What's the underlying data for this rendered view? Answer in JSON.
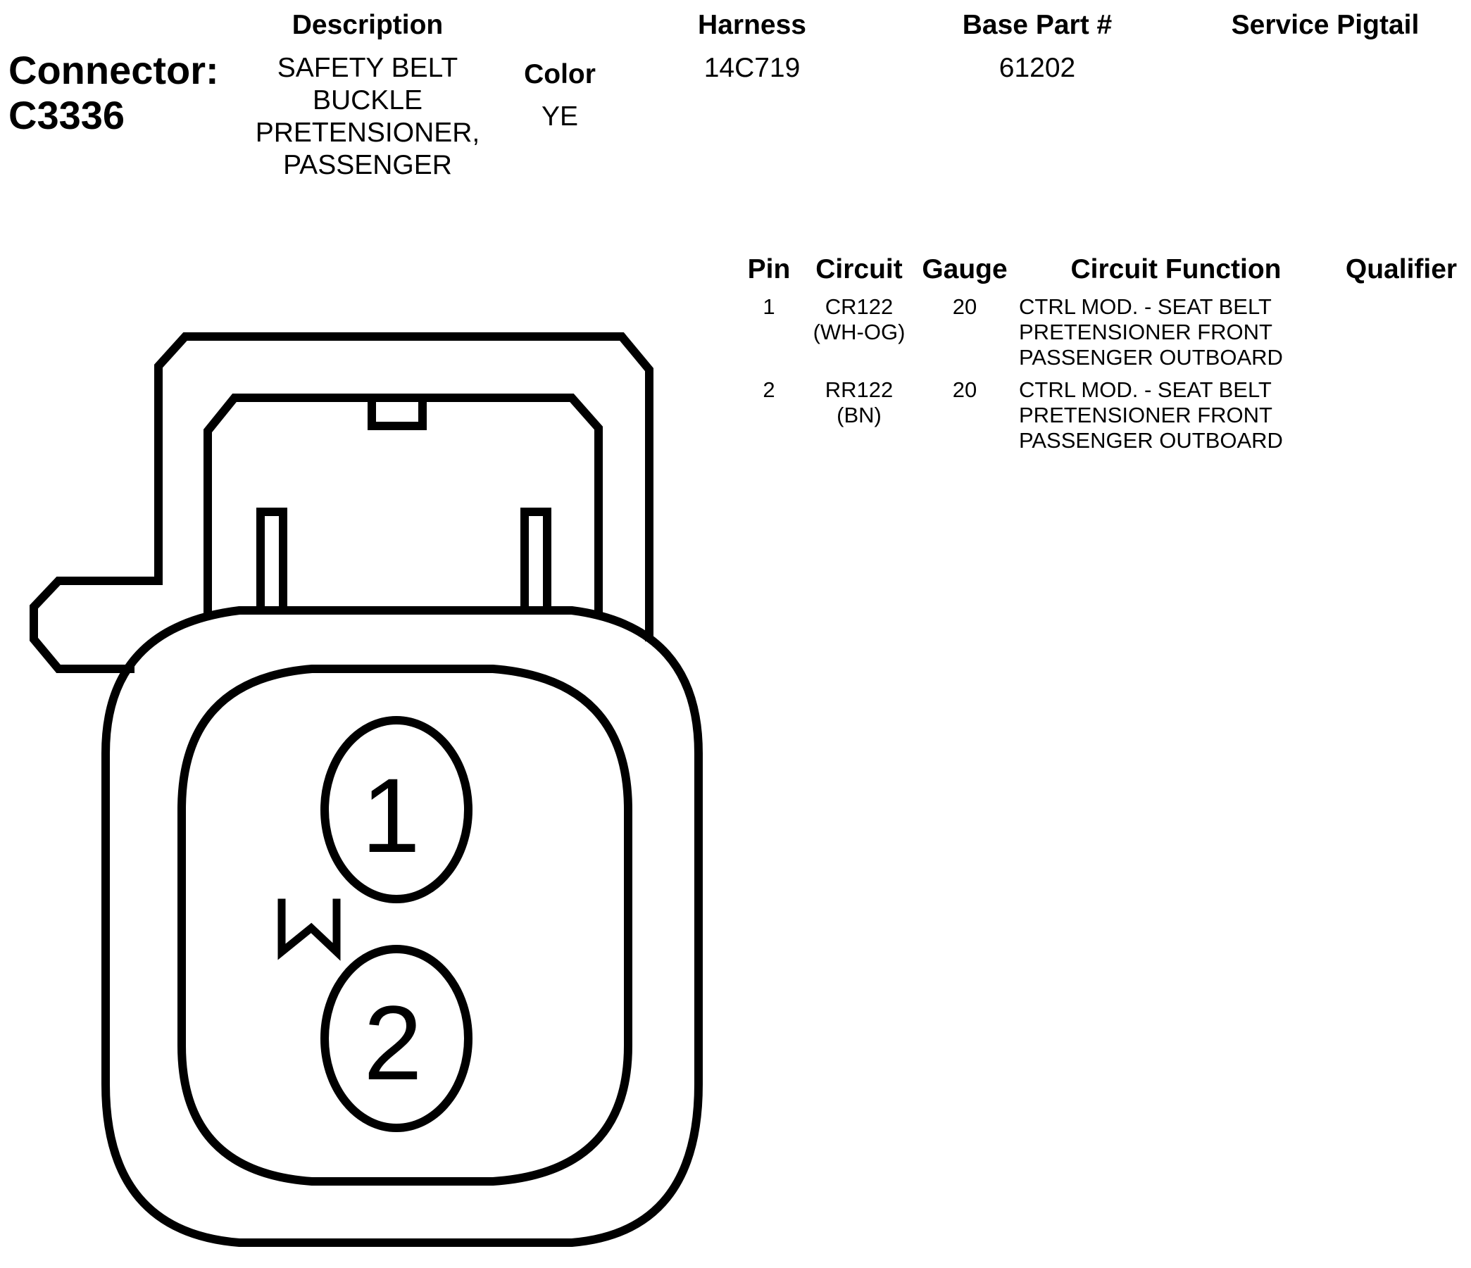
{
  "connector": {
    "label": "Connector:",
    "id": "C3336"
  },
  "header": {
    "description_label": "Description",
    "color_label": "Color",
    "harness_label": "Harness",
    "base_part_label": "Base Part #",
    "service_pigtail_label": "Service Pigtail"
  },
  "values": {
    "description_lines": [
      "SAFETY BELT",
      "BUCKLE",
      "PRETENSIONER,",
      "PASSENGER"
    ],
    "color": "YE",
    "harness": "14C719",
    "base_part": "61202",
    "service_pigtail": ""
  },
  "pin_table": {
    "headers": {
      "pin": "Pin",
      "circuit": "Circuit",
      "gauge": "Gauge",
      "circuit_function": "Circuit Function",
      "qualifier": "Qualifier"
    },
    "rows": [
      {
        "pin": "1",
        "circuit": "CR122",
        "circuit_color": "(WH-OG)",
        "gauge": "20",
        "function_lines": [
          "CTRL MOD. - SEAT BELT",
          "PRETENSIONER FRONT",
          "PASSENGER OUTBOARD"
        ],
        "qualifier": ""
      },
      {
        "pin": "2",
        "circuit": "RR122",
        "circuit_color": "(BN)",
        "gauge": "20",
        "function_lines": [
          "CTRL MOD. - SEAT BELT",
          "PRETENSIONER FRONT",
          "PASSENGER OUTBOARD"
        ],
        "qualifier": ""
      }
    ]
  },
  "diagram": {
    "cavity_labels": [
      "1",
      "2"
    ],
    "keying_mark": "W",
    "stroke_color": "#000000"
  }
}
